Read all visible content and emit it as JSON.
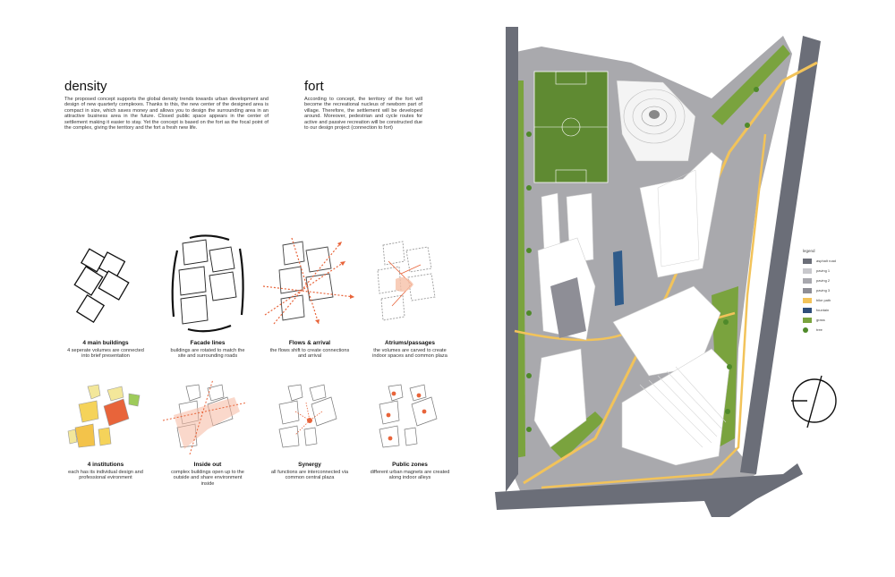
{
  "density": {
    "title": "density",
    "text": "The proposed concept supports the global density trends towards urban development and design of new quarterly complexes. Thanks to this, the new center of the designed area is compact in size, which saves money and allows you to design the surrounding area in an attractive business area in the future. Closed public space appears in the center of settlement making it easier to stay. Yet the concept is based on the fort as the focal point of the complex, giving the territory and the fort a fresh new life."
  },
  "fort": {
    "title": "fort",
    "text": "According to concept, the territory of the fort will become the recreational nucleus of newborn part of village. Therefore, the settlement will be developed around. Moreover, pedestrian and cycle routes for active and passive recreation will be constructed due to our design project (connection to fort)"
  },
  "diagrams": [
    {
      "title": "4 main buildings",
      "text": "4 seperate volumes are connected into brief presentation"
    },
    {
      "title": "Facade lines",
      "text": "buildings are rotated to match the site and surrounding roads"
    },
    {
      "title": "Flows & arrival",
      "text": "the flows shift to create connections and arrival"
    },
    {
      "title": "Atriums/passages",
      "text": "the volumes are carved to create indoor spaces and common plaza"
    },
    {
      "title": "4 institutions",
      "text": "each has its individual design and professional evironment"
    },
    {
      "title": "Inside out",
      "text": "complex buildings open up to the outside and share environment inside"
    },
    {
      "title": "Synergy",
      "text": "all functions are interconnected via common central plaza"
    },
    {
      "title": "Public zones",
      "text": "different urban magnets are created along indoor alleys"
    }
  ],
  "legend": {
    "title": "legend",
    "items": [
      {
        "label": "asphalt road",
        "color": "#6b6e78"
      },
      {
        "label": "paving 1",
        "color": "#c8c8cc"
      },
      {
        "label": "paving 2",
        "color": "#a8a8ae"
      },
      {
        "label": "paving 3",
        "color": "#8e8e96"
      },
      {
        "label": "bike path",
        "color": "#f2c35a"
      },
      {
        "label": "fountain",
        "color": "#2f4e7a"
      },
      {
        "label": "grass",
        "color": "#7aa33e"
      },
      {
        "label": "tree",
        "color": "#4f8a2a"
      }
    ]
  },
  "colors": {
    "road": "#6b6e78",
    "paving": "#a9a9ad",
    "grass": "#7aa33e",
    "bike": "#f2c35a",
    "water": "#2f5b8a",
    "building": "#ffffff",
    "arrow": "#e8643a"
  }
}
